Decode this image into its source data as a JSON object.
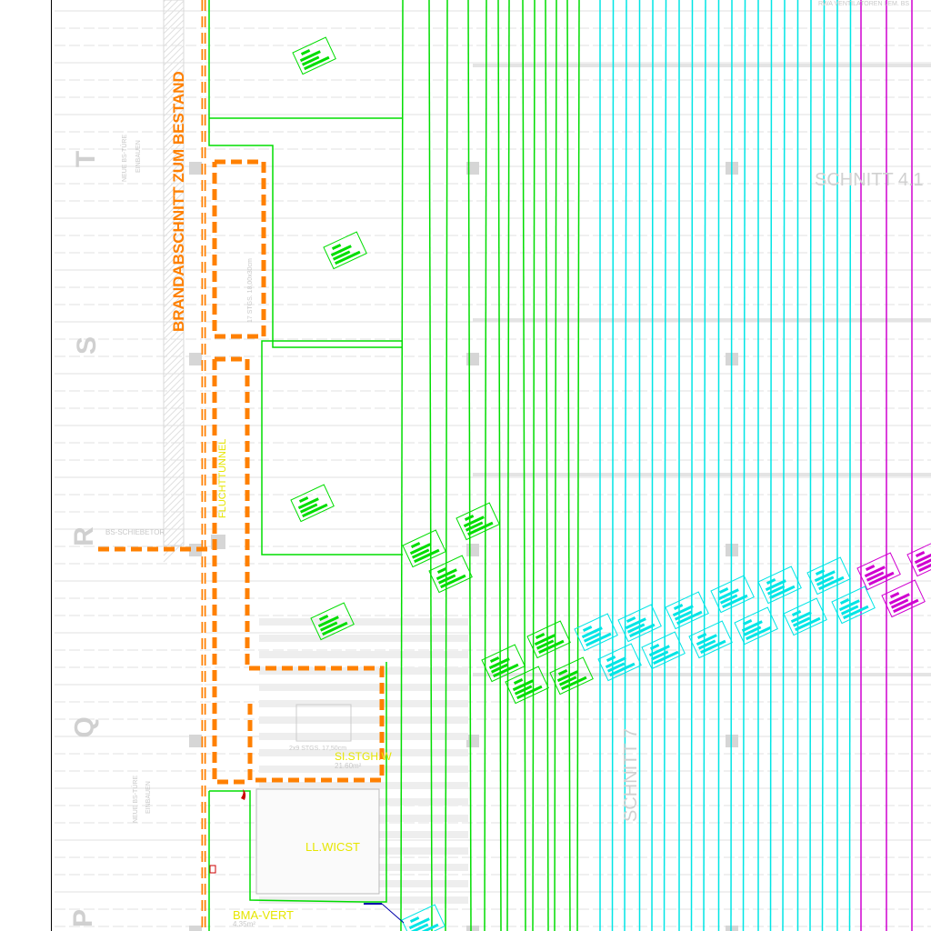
{
  "drawing": {
    "fire_section_label": "BRANDABSCHNITT ZUM BESTAND",
    "escape_tunnel_label": "FLUCHTTUNNEL",
    "sliding_gate_label": "BS-SCHIEBETOR",
    "new_door_label_1": "NEUE BS-TÜRE",
    "new_door_label_1b": "EINBAUEN",
    "new_door_label_2": "NEUE BS-TÜRE",
    "new_door_label_2b": "EINBAUEN",
    "stair_label": "SI.STGH.W",
    "stair_area": "21.60m²",
    "stair_spec": "2x9 STGS. 17,50cm",
    "wc_label": "LL.WICST",
    "bma_label": "BMA-VERT",
    "bma_area": "4.35m²",
    "section_4_label": "SCHNITT 4.1",
    "section_7_label": "SCHNITT 7",
    "rwa_label": "RWA VENTILATOREN LEM. BS",
    "stair_17_label": "17 STGS. 18,00x30cm",
    "grid_letters": [
      "T",
      "S",
      "R",
      "Q",
      "P"
    ],
    "colors": {
      "fire_wall": "#ff8000",
      "green": "#00dd00",
      "cyan": "#00e5e5",
      "magenta": "#d000d0",
      "gray": "#c8c8c8",
      "yellow": "#e6e600"
    }
  }
}
